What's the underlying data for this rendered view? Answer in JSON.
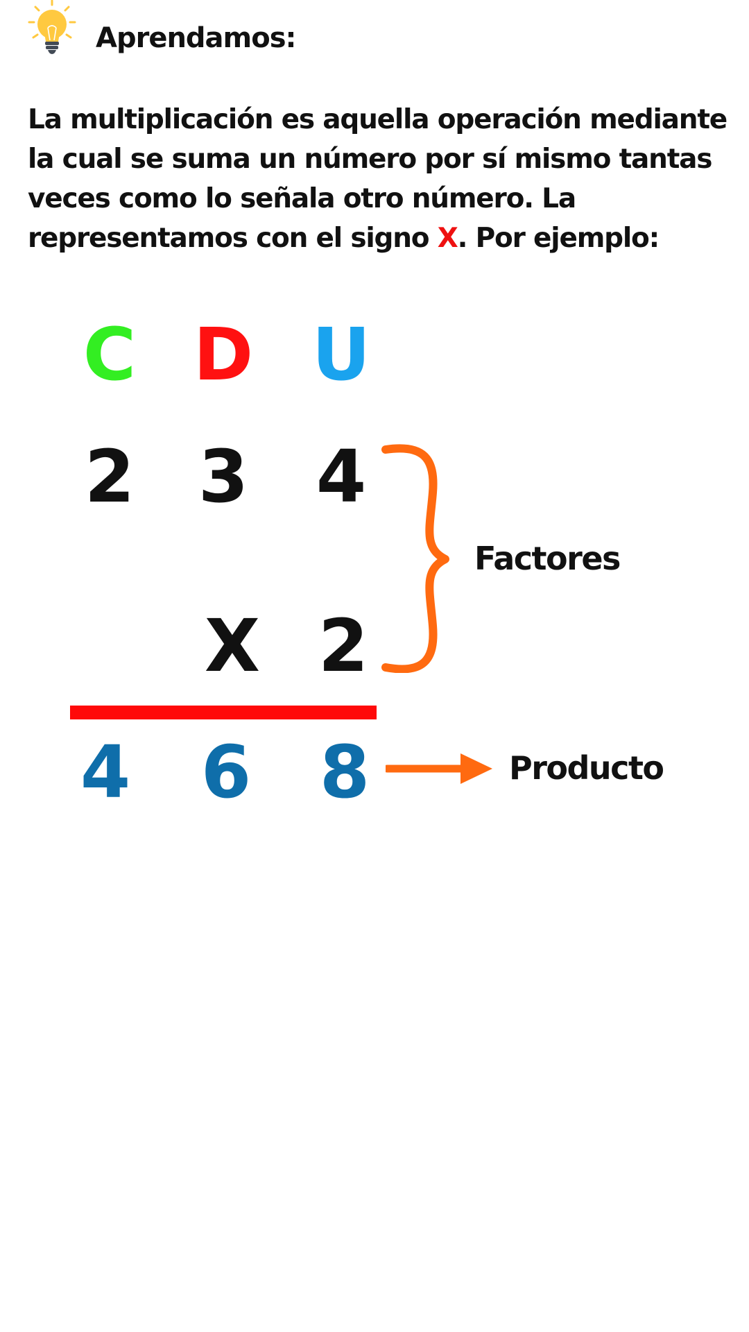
{
  "header": {
    "icon": "lightbulb-icon",
    "title": "Aprendamos:"
  },
  "intro": {
    "text_before": "La multiplicación es aquella operación mediante la cual se suma un número por sí mismo tantas veces como lo señala otro número. La representamos con el signo ",
    "sign": "X",
    "text_after": ". Por ejemplo:"
  },
  "place_values": [
    {
      "label": "C",
      "color": "#33ee22"
    },
    {
      "label": "D",
      "color": "#ff1111"
    },
    {
      "label": "U",
      "color": "#1aa3ee"
    }
  ],
  "first_factor": [
    "2",
    "3",
    "4"
  ],
  "operator": "X",
  "second_factor": "2",
  "product": [
    "4",
    "6",
    "8"
  ],
  "factors_label": "Factores",
  "product_label": "Producto",
  "colors": {
    "digits": "#111111",
    "product": "#0f6eaa",
    "brace": "#ff6a10",
    "arrow": "#ff6a10",
    "rule": "#ff0a0a",
    "sign": "#ee1111",
    "bulb": "#ffc940"
  }
}
